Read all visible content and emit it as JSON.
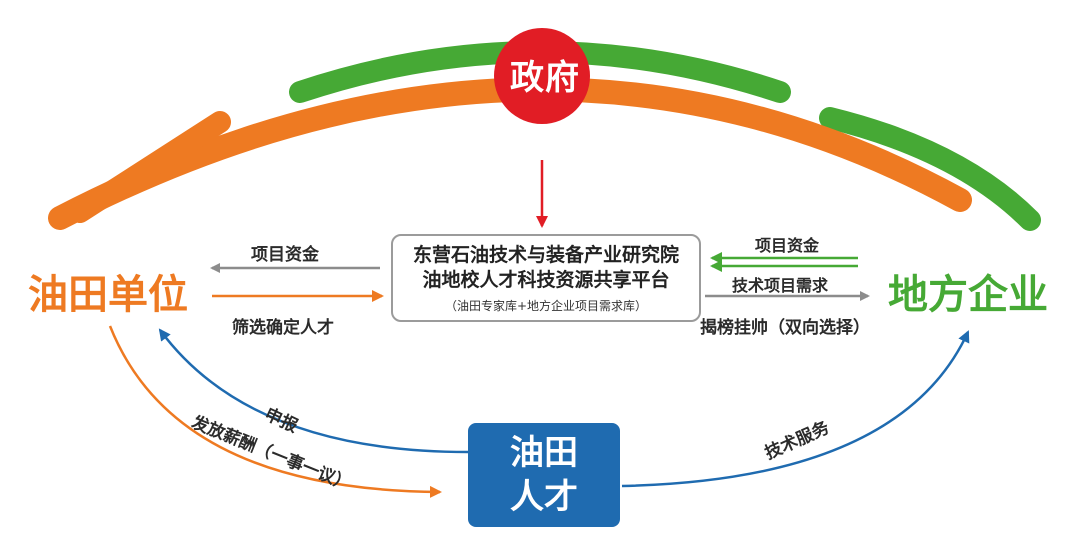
{
  "government": {
    "label": "政府"
  },
  "left_node": {
    "label": "油田单位"
  },
  "right_node": {
    "label": "地方企业"
  },
  "center": {
    "line1": "东营石油技术与装备产业研究院",
    "line2": "油地校人才科技资源共享平台",
    "line3": "（油田专家库+地方企业项目需求库）"
  },
  "talent": {
    "line1": "油田",
    "line2": "人才"
  },
  "edges": {
    "left_fund": "项目资金",
    "left_select": "筛选确定人才",
    "right_fund": "项目资金",
    "right_demand": "技术项目需求",
    "right_match": "揭榜挂帅（双向选择）",
    "apply": "申报",
    "salary": "发放薪酬（一事一议）",
    "service": "技术服务"
  },
  "colors": {
    "orange": "#ee7a22",
    "green": "#46a935",
    "red": "#e11d25",
    "blue": "#1f6bb0",
    "gray": "#8c8c8c"
  }
}
